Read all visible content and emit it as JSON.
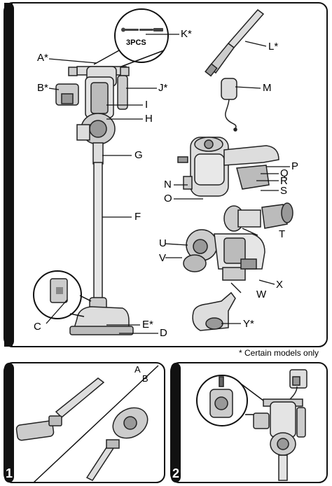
{
  "main_labels": {
    "k": "K*",
    "pcs": "3PCS",
    "l": "L*",
    "a": "A*",
    "b": "B*",
    "j": "J*",
    "i": "I",
    "m": "M",
    "h": "H",
    "g": "G",
    "p": "P",
    "q": "Q",
    "r": "R",
    "n": "N",
    "s": "S",
    "o": "O",
    "f": "F",
    "t": "T",
    "u": "U",
    "v": "V",
    "x": "X",
    "w": "W",
    "c": "C",
    "e": "E*",
    "d": "D",
    "y": "Y*"
  },
  "footnote": "* Certain models only",
  "panel1": {
    "number": "1",
    "a": "A",
    "b": "B"
  },
  "panel2": {
    "number": "2"
  }
}
